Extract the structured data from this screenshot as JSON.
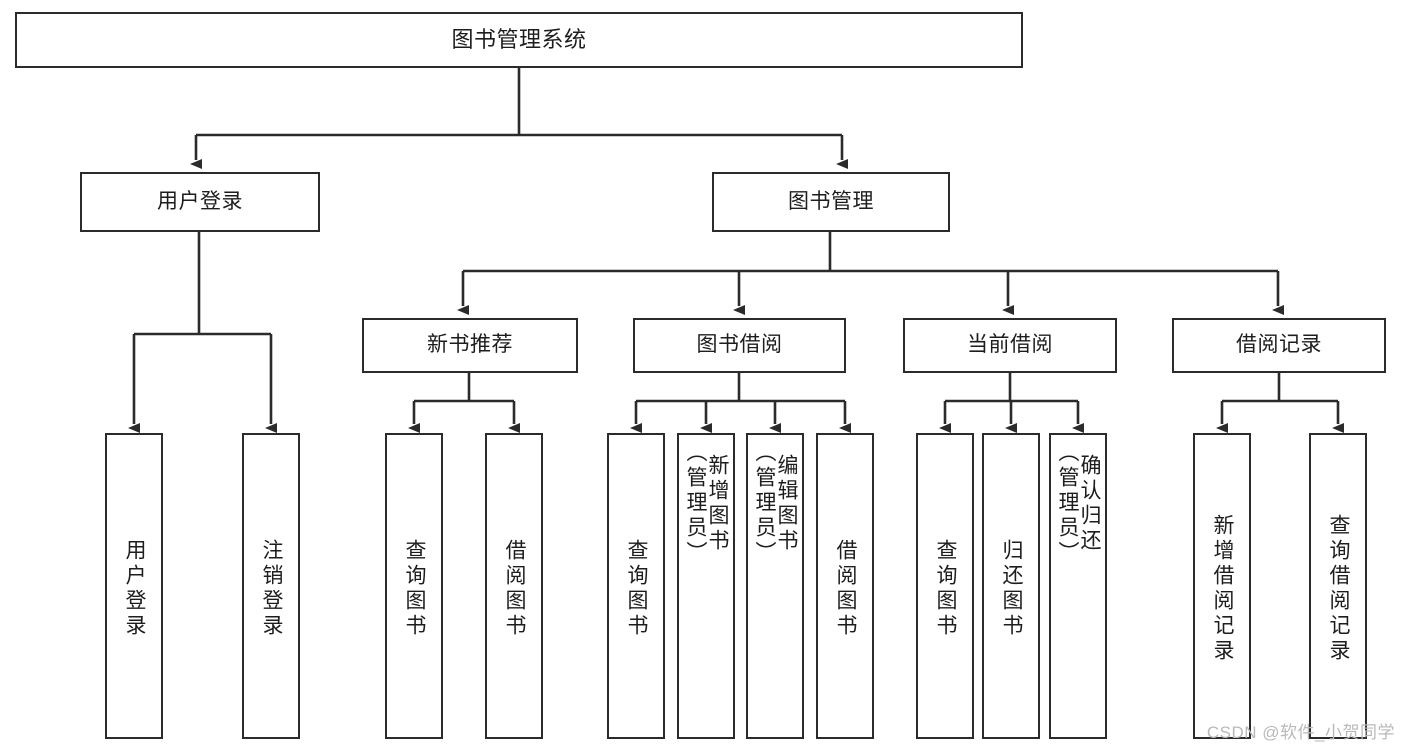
{
  "diagram": {
    "type": "tree-hierarchy-diagram",
    "title": "图书管理系统",
    "style": {
      "box_border_color": "#2b2b2b",
      "box_fill": "#ffffff",
      "line_color": "#2b2b2b",
      "text_color": "#1d1d1d",
      "background": "#ffffff"
    },
    "levels": {
      "level0": [
        "图书管理系统"
      ],
      "level1": [
        "用户登录",
        "图书管理"
      ],
      "level2": [
        "新书推荐",
        "图书借阅",
        "当前借阅",
        "借阅记录"
      ],
      "level3": [
        "用户登录",
        "注销登录",
        "查询图书",
        "借阅图书",
        "查询图书",
        "新增图书（管理员）",
        "编辑图书（管理员）",
        "借阅图书",
        "查询图书",
        "归还图书",
        "确认归还（管理员）",
        "新增借阅记录",
        "查询借阅记录"
      ]
    },
    "nodes": {
      "root": {
        "label": "图书管理系统"
      },
      "user_login": {
        "label": "用户登录"
      },
      "book_manage": {
        "label": "图书管理"
      },
      "new_book_rec": {
        "label": "新书推荐"
      },
      "book_borrow": {
        "label": "图书借阅"
      },
      "current_borrow": {
        "label": "当前借阅"
      },
      "borrow_record": {
        "label": "借阅记录"
      },
      "leaf_user_login": {
        "label": "用户登录"
      },
      "leaf_logout": {
        "label": "注销登录"
      },
      "leaf_query_book_a": {
        "label": "查询图书"
      },
      "leaf_borrow_book_a": {
        "label": "借阅图书"
      },
      "leaf_query_book_b": {
        "label": "查询图书"
      },
      "leaf_add_book": {
        "label": "新增图书\n（管理员）"
      },
      "leaf_edit_book": {
        "label": "编辑图书\n（管理员）"
      },
      "leaf_borrow_book_b": {
        "label": "借阅图书"
      },
      "leaf_query_book_c": {
        "label": "查询图书"
      },
      "leaf_return_book": {
        "label": "归还图书"
      },
      "leaf_confirm_return": {
        "label": "确认归还\n（管理员）"
      },
      "leaf_add_record": {
        "label": "新增借阅记录"
      },
      "leaf_query_record": {
        "label": "查询借阅记录"
      }
    }
  },
  "watermark": {
    "text": "CSDN @软件_小贺同学"
  }
}
